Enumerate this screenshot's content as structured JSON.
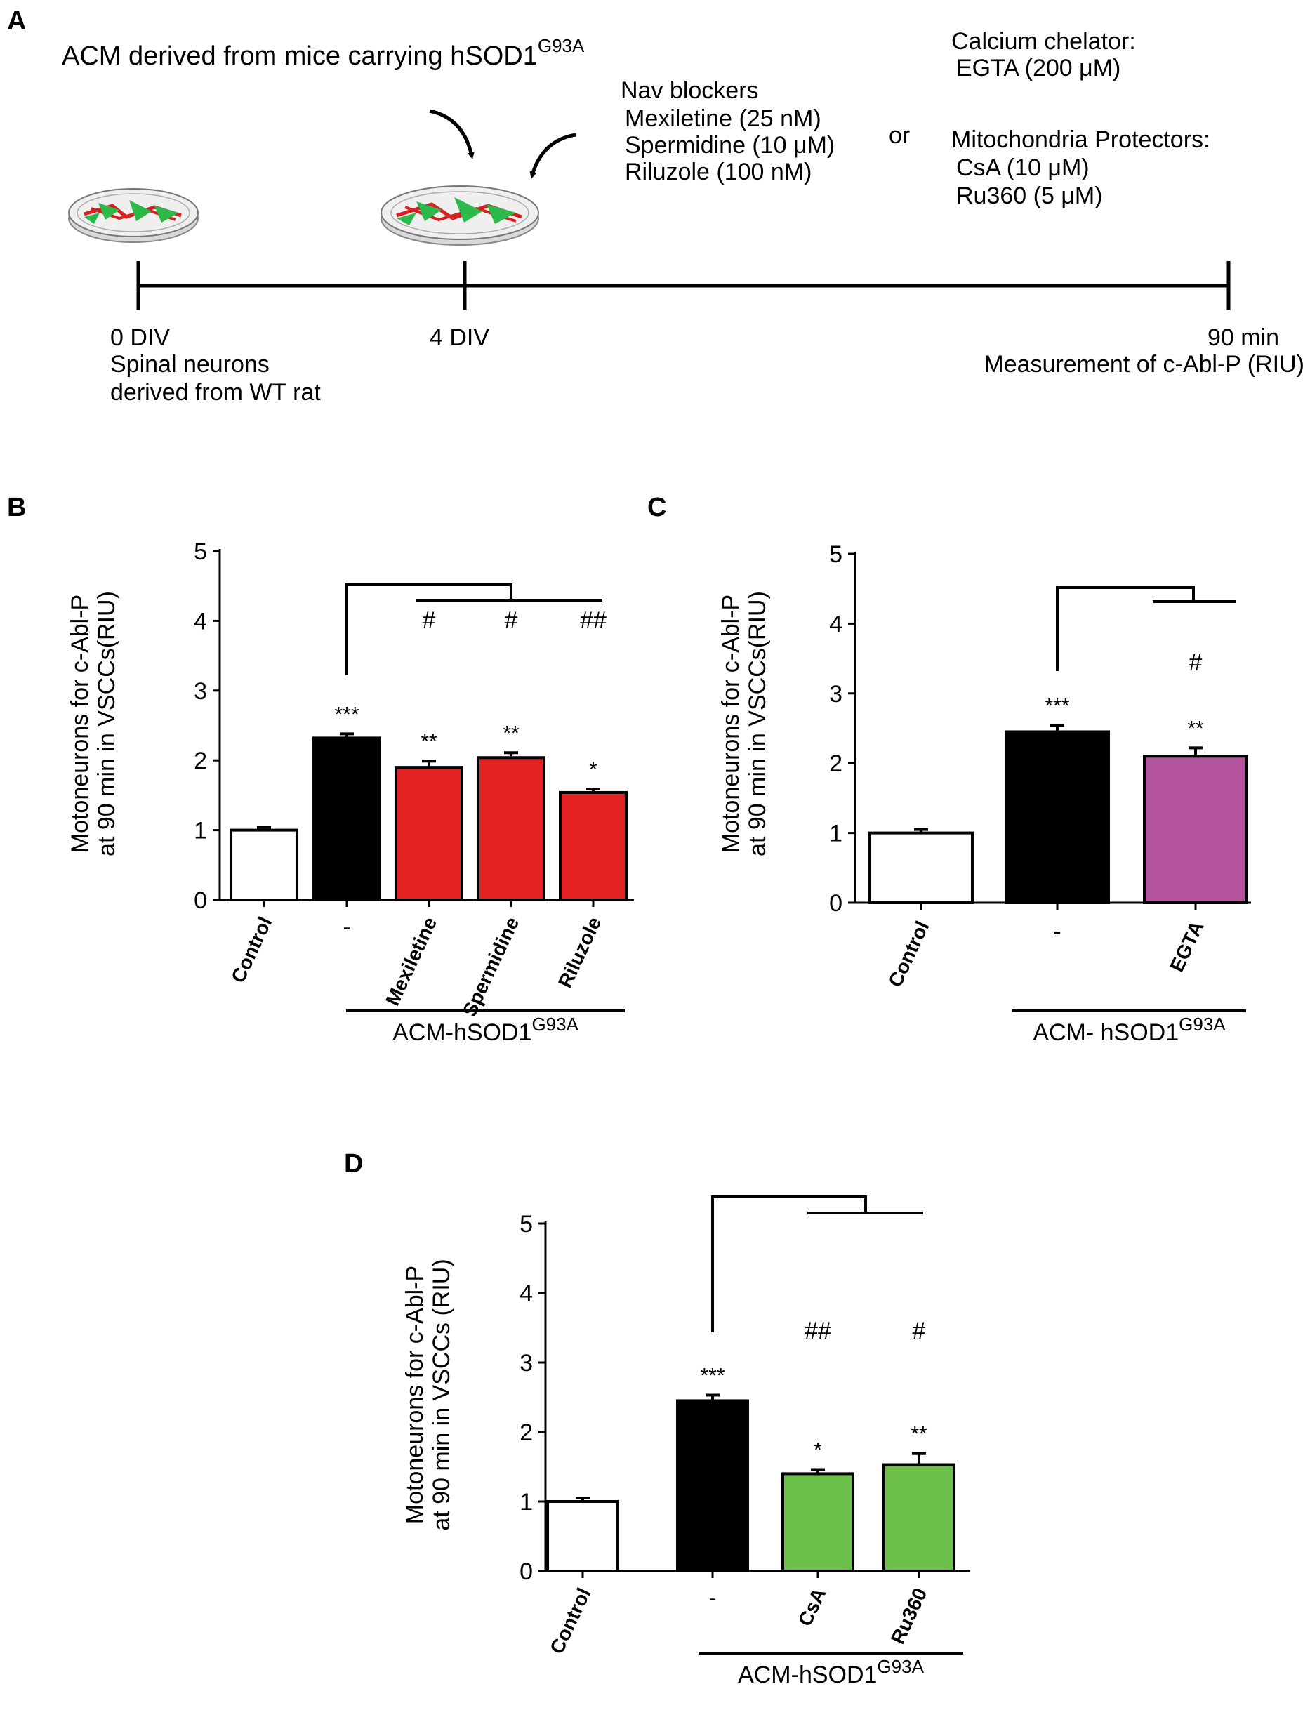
{
  "panel_a": {
    "label": "A",
    "acm_text": "ACM derived from mice carrying hSOD1",
    "acm_sup": "G93A",
    "nav": [
      "Nav blockers",
      "Mexiletine (25 nM)",
      "Spermidine (10 μM)",
      "Riluzole (100 nM)"
    ],
    "or_text": "or",
    "calcium": [
      "Calcium chelator:",
      "EGTA (200 μM)"
    ],
    "mito": [
      "Mitochondria Protectors:",
      "CsA (10 μM)",
      "Ru360  (5 μM)"
    ],
    "t0": [
      "0 DIV",
      "Spinal neurons",
      "derived  from WT rat"
    ],
    "t4": "4 DIV",
    "t90": [
      "90 min",
      "Measurement of c-Abl-P (RIU)"
    ],
    "colors": {
      "dish_red": "#d42020",
      "dish_green": "#2db84a"
    }
  },
  "chart_data": [
    {
      "panel": "B",
      "type": "bar",
      "ylabel_lines": [
        "Motoneurons for c-Abl-P",
        "at 90 min in VSCCs(RIU)"
      ],
      "ylim": [
        0,
        5
      ],
      "yticks": [
        "0",
        "1",
        "2",
        "3",
        "4",
        "5"
      ],
      "categories": [
        "Control",
        "-",
        "Mexiletine",
        "Spermidine",
        "Riluzole"
      ],
      "values": [
        1.0,
        2.32,
        1.9,
        2.04,
        1.54
      ],
      "errors": [
        0.04,
        0.06,
        0.09,
        0.07,
        0.05
      ],
      "colors": [
        "#ffffff",
        "#000000",
        "#e52325",
        "#e52325",
        "#e52325"
      ],
      "stars": [
        "",
        "***",
        "**",
        "**",
        "*"
      ],
      "hashes": [
        "",
        "",
        "#",
        "#",
        "##"
      ],
      "group_label": "ACM-hSOD1",
      "group_sup": "G93A"
    },
    {
      "panel": "C",
      "type": "bar",
      "ylabel_lines": [
        "Motoneurons for c-Abl-P",
        "at 90 min in VSCCs(RIU)"
      ],
      "ylim": [
        0,
        5
      ],
      "yticks": [
        "0",
        "1",
        "2",
        "3",
        "4",
        "5"
      ],
      "categories": [
        "Control",
        "-",
        "EGTA"
      ],
      "values": [
        1.0,
        2.45,
        2.1
      ],
      "errors": [
        0.05,
        0.09,
        0.12
      ],
      "colors": [
        "#ffffff",
        "#000000",
        "#b5559f"
      ],
      "stars": [
        "",
        "***",
        "**"
      ],
      "hashes": [
        "",
        "",
        "#"
      ],
      "group_label": "ACM- hSOD1",
      "group_sup": "G93A"
    },
    {
      "panel": "D",
      "type": "bar",
      "ylabel_lines": [
        "Motoneurons  for c-Abl-P",
        "at 90 min in VSCCs (RIU)"
      ],
      "ylim": [
        0,
        5
      ],
      "yticks": [
        "0",
        "1",
        "2",
        "3",
        "4",
        "5"
      ],
      "categories": [
        "Control",
        "-",
        "CsA",
        "Ru360"
      ],
      "values": [
        1.0,
        2.45,
        1.4,
        1.53
      ],
      "errors": [
        0.05,
        0.08,
        0.06,
        0.16
      ],
      "colors": [
        "#ffffff",
        "#000000",
        "#6bbf4a",
        "#6bbf4a"
      ],
      "stars": [
        "",
        "***",
        "*",
        "**"
      ],
      "hashes": [
        "",
        "",
        "##",
        "#"
      ],
      "group_label": "ACM-hSOD1",
      "group_sup": "G93A"
    }
  ]
}
